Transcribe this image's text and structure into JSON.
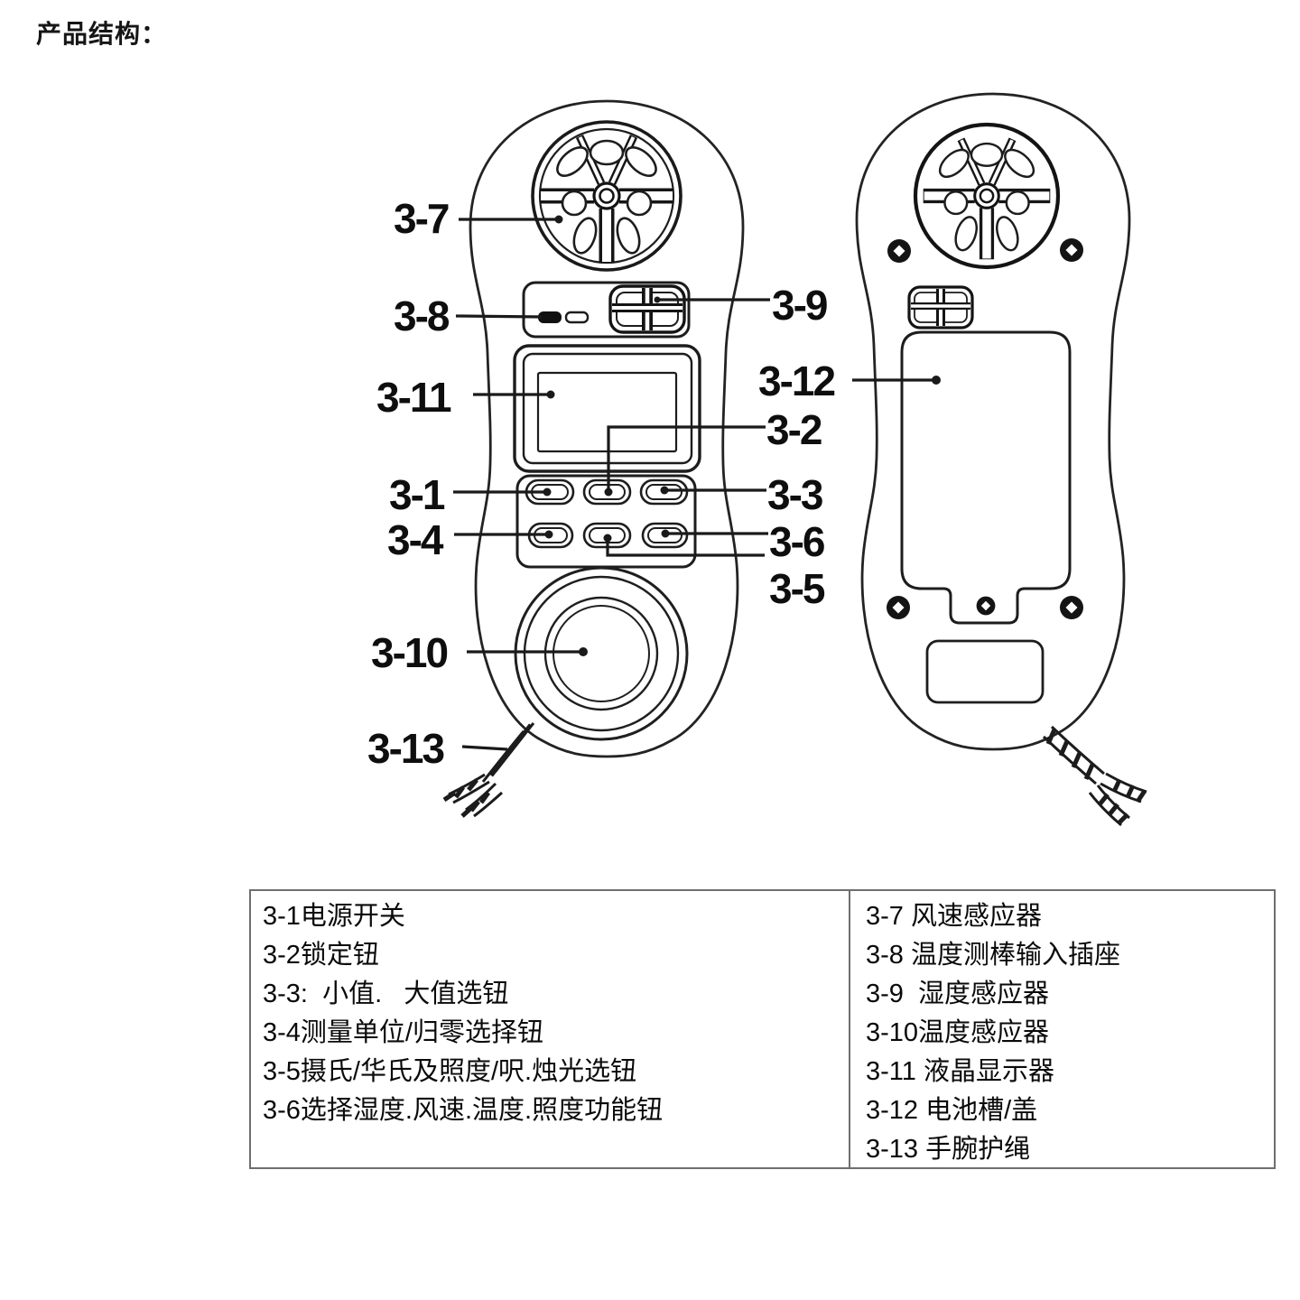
{
  "page": {
    "title": "产品结构：",
    "background_color": "#ffffff",
    "ink_color": "#1c1c1c",
    "table_border_color": "#6f6f6f"
  },
  "diagram": {
    "callouts": {
      "c3_1": "3-1",
      "c3_2": "3-2",
      "c3_3": "3-3",
      "c3_4": "3-4",
      "c3_5": "3-5",
      "c3_6": "3-6",
      "c3_7": "3-7",
      "c3_8": "3-8",
      "c3_9": "3-9",
      "c3_10": "3-10",
      "c3_11": "3-11",
      "c3_12": "3-12",
      "c3_13": "3-13"
    }
  },
  "legend": {
    "left": [
      "3-1电源开关",
      "3-2锁定钮",
      "3-3:  小值.   大值选钮",
      "3-4测量单位/归零选择钮",
      "3-5摄氏/华氏及照度/呎.烛光选钮",
      "3-6选择湿度.风速.温度.照度功能钮"
    ],
    "right": [
      "3-7 风速感应器",
      "3-8 温度测棒输入插座",
      "3-9  湿度感应器",
      "3-10温度感应器",
      "3-11 液晶显示器",
      "3-12 电池槽/盖",
      "3-13 手腕护绳"
    ]
  }
}
